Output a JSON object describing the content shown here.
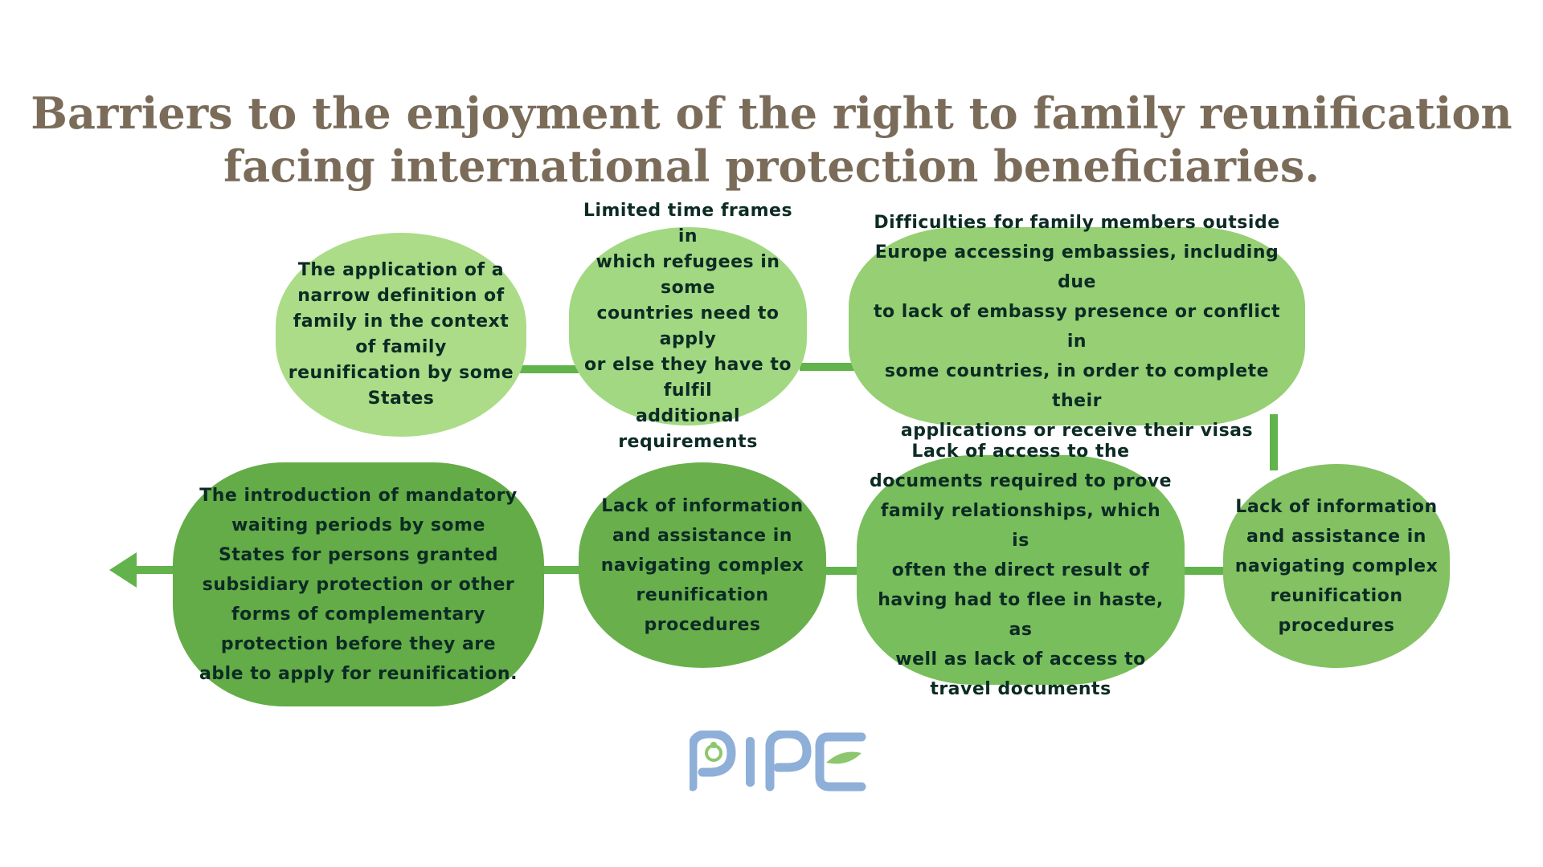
{
  "title": {
    "line1": "Barriers to the enjoyment of the right to family reunification",
    "line2": "facing international protection beneficiaries."
  },
  "flow": {
    "step1": [
      "The application of a",
      "narrow definition of",
      "family in the context",
      "of family",
      "reunification by some",
      "States"
    ],
    "step2": [
      "Limited time frames in",
      "which refugees in some",
      "countries need to apply",
      "or else they have to fulfil",
      "additional requirements"
    ],
    "step3": [
      "Difficulties for family members outside",
      "Europe accessing embassies, including due",
      "to lack of embassy presence or conflict in",
      "some countries, in order to complete their",
      "applications or receive their visas"
    ],
    "step4": [
      "Lack of information",
      "and assistance in",
      "navigating complex",
      "reunification",
      "procedures"
    ],
    "step5": [
      "Lack of access to the",
      "documents required to prove",
      "family relationships, which is",
      "often the direct result of",
      "having had to flee in haste, as",
      "well as lack of access to",
      "travel documents"
    ],
    "step6": [
      "Lack of information",
      "and assistance in",
      "navigating complex",
      "reunification",
      "procedures"
    ],
    "step7": [
      "The introduction of mandatory",
      "waiting periods by some",
      "States for persons granted",
      "subsidiary protection or other",
      "forms of complementary",
      "protection before they are",
      "able to apply for reunification."
    ]
  },
  "logo": {
    "text": "PIPE",
    "colors": {
      "blue": "#8eafd8",
      "green": "#8dc76d"
    }
  },
  "colors": {
    "title": "#7b6c5a",
    "connector": "#62b34b",
    "node_text": "#0c2b24"
  }
}
